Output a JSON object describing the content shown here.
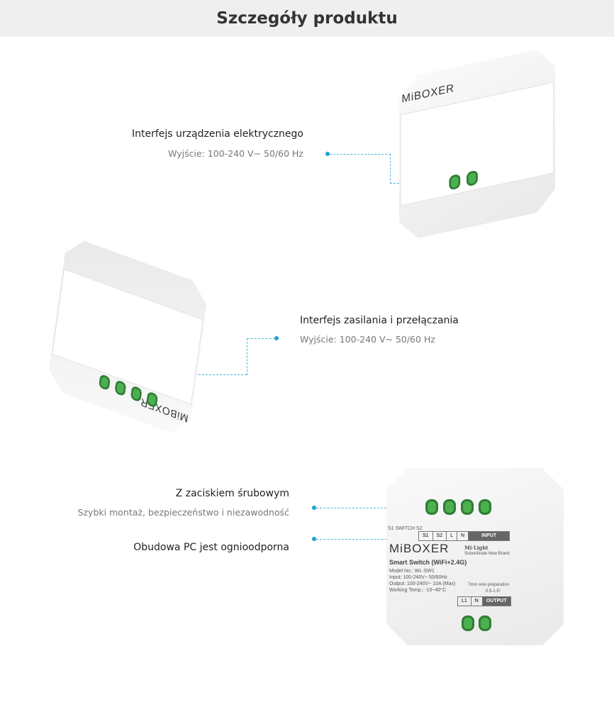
{
  "header": {
    "title": "Szczegóły produktu"
  },
  "features": [
    {
      "title": "Interfejs urządzenia elektrycznego",
      "subtitle": "Wyjście: 100-240 V~ 50/60 Hz"
    },
    {
      "title": "Interfejs zasilania i przełączania",
      "subtitle": "Wyjście: 100-240 V~ 50/60 Hz"
    },
    {
      "title": "Z zaciskiem śrubowym",
      "subtitle": "Szybki montaż, bezpieczeństwo i niezawodność"
    },
    {
      "title": "Obudowa PC jest ognioodporna"
    }
  ],
  "device": {
    "brand": "MiBOXER",
    "sub_brand": "Mi·Light",
    "sub_brand_note": "Subordinate New Brand",
    "name": "Smart Switch (WiFi+2.4G)",
    "model": "Model No.: WL-SW1",
    "input": "Input: 100-240V~ 50/60Hz",
    "output": "Output: 100-240V~ 10A (Max)",
    "temp": "Working Temp.: -10~40°C",
    "switch_label": "S1 SWITCH S2",
    "wire": "7mm wire preparation",
    "wire_size": "0.5-1.5²",
    "input_terminals": [
      "S1",
      "S2",
      "L",
      "N"
    ],
    "input_label": "INPUT",
    "output_terminals": [
      "L1",
      "N"
    ],
    "output_label": "OUTPUT"
  }
}
